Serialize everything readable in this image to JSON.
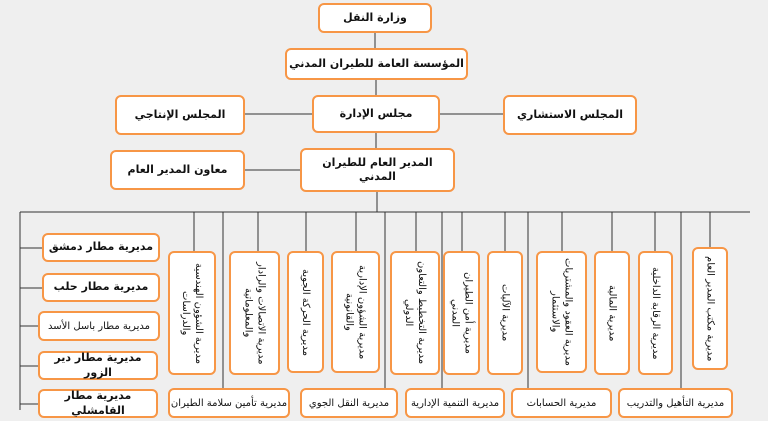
{
  "top": {
    "ministry": "وزارة النقل",
    "institution": "المؤسسة العامة للطيران المدني",
    "production_council": "المجلس الإنتاجي",
    "board": "مجلس الإدارة",
    "advisory_council": "المجلس الاستشاري",
    "deputy": "معاون المدير العام",
    "director_general": "المدير العام للطيران المدني"
  },
  "airports": [
    "مديرية مطار دمشق",
    "مديرية مطار حلب",
    "مديرية مطار باسل الأسد",
    "مديرية مطار دير الزور",
    "مديرية مطار القامشلي"
  ],
  "directorates": [
    "مديرية الشؤون الهندسية والدراسات",
    "مديرية الاتصالات والرادار والمعلوماتية",
    "مديرية الحركة الجوية",
    "مديرية الشؤون الإدارية والقانونية",
    "مديرية التخطيط والتعاون الدولي",
    "مديرية أمن الطيران المدني",
    "مديرية الآليات",
    "مديرية العقود والمشتريات والاستثمار",
    "مديرية المالية",
    "مديرية الرقابة الداخلية",
    "مديرية مكتب المدير العام"
  ],
  "bottom": [
    "مديرية تأمين سلامة الطيران",
    "مديرية النقل الجوي",
    "مديرية التنمية الإدارية",
    "مديرية الحسابات",
    "مديرية التأهيل والتدريب"
  ]
}
